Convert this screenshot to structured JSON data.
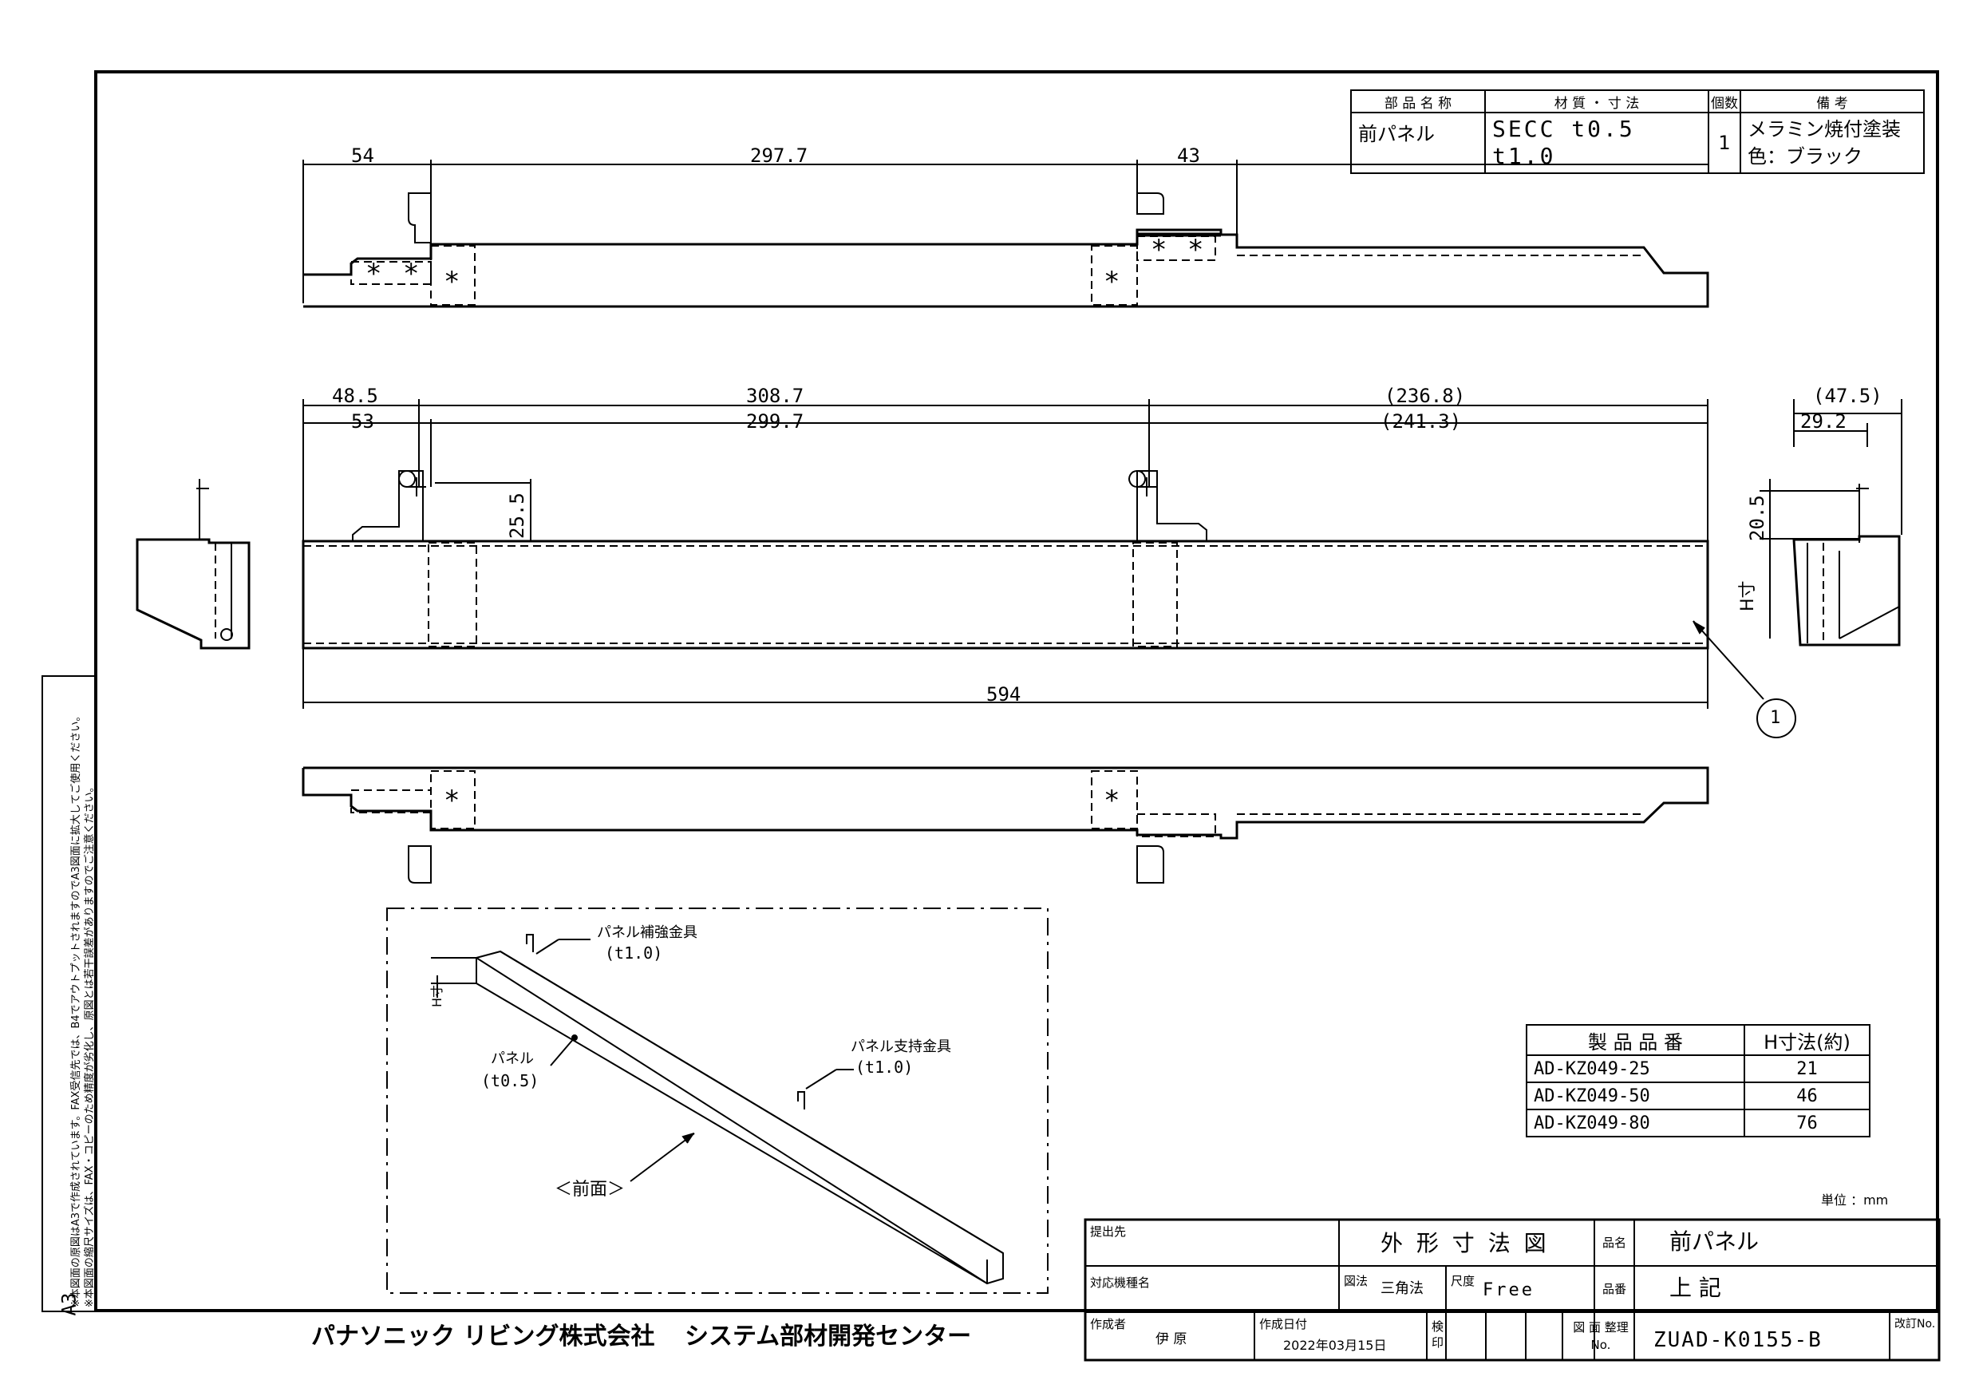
{
  "parts_table": {
    "headers": [
      "部 品 名 称",
      "材 質 ・ 寸 法",
      "個数",
      "備 考"
    ],
    "row": {
      "name": "前パネル",
      "material_1": "SECC t0.5",
      "material_2": "t1.0",
      "qty": "1",
      "remarks_1": "メラミン焼付塗装",
      "remarks_2": "色：ブラック"
    }
  },
  "dimensions": {
    "top_view": [
      "54",
      "297.7",
      "43"
    ],
    "front_upper": [
      "48.5",
      "308.7",
      "(236.8)"
    ],
    "front_lower": [
      "53",
      "299.7",
      "(241.3)"
    ],
    "bracket_height": "25.5",
    "overall": "594",
    "side_upper": "(47.5)",
    "side_lower": "29.2",
    "side_vertical": "20.5",
    "h_label": "H寸",
    "callout": "1",
    "star": "*"
  },
  "isometric": {
    "reinforce_label": "パネル補強金具",
    "reinforce_spec": "(t1.0)",
    "panel_label": "パネル",
    "panel_spec": "(t0.5)",
    "support_label": "パネル支持金具",
    "support_spec": "(t1.0)",
    "front_label": "＜前面＞",
    "h_label": "H寸"
  },
  "h_table": {
    "headers": [
      "製 品 品 番",
      "H寸法(約)"
    ],
    "rows": [
      [
        "AD-KZ049-25",
        "21"
      ],
      [
        "AD-KZ049-50",
        "46"
      ],
      [
        "AD-KZ049-80",
        "76"
      ]
    ]
  },
  "unit": "単位 ：mm",
  "title_block": {
    "submit_to": "提出先",
    "drawing_title": "外 形 寸 法 図",
    "name_label": "品名",
    "name_value": "前パネル",
    "model_label": "対応機種名",
    "projection_label": "図法",
    "projection_value": "三角法",
    "scale_label": "尺度",
    "scale_value": "Free",
    "number_label": "品番",
    "number_value": "上 記",
    "author_label": "作成者",
    "author_value": "伊 原",
    "date_label": "作成日付",
    "date_value": "2022年03月15日",
    "check_label": "検印",
    "drawing_no_label": "図 面 整理No.",
    "drawing_no_value": "ZUAD-K0155-B",
    "revision_label": "改訂No."
  },
  "company": "パナソニック リビング株式会社",
  "department": "システム部材開発センター",
  "side_note": {
    "line1": "※本図面の原図はA3で作成されています。FAX受信先では、B4でアウトプットされますのでA3図面に拡大してご使用ください。",
    "line2": "※本図面の縮尺サイズは、FAX・コピーのため精度が劣化し、原図とは若干誤差がありますのでご注意ください。",
    "paper": "A3"
  }
}
